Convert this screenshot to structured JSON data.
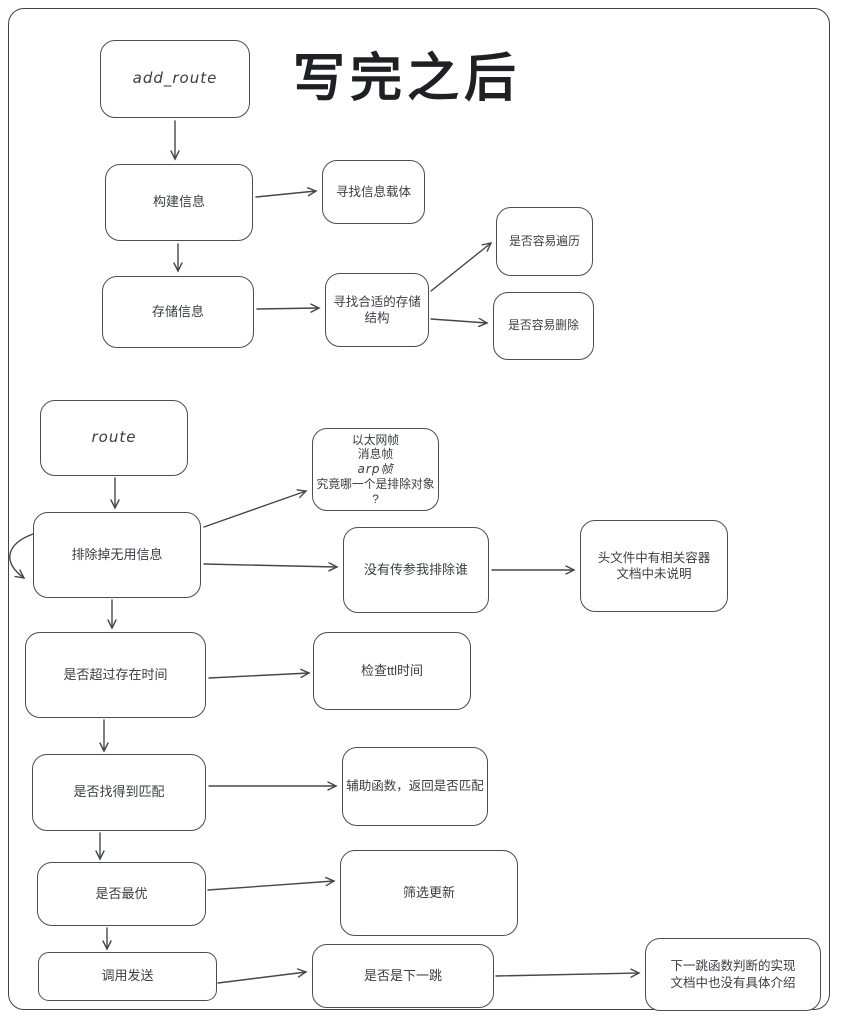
{
  "title": "写完之后",
  "colors": {
    "stroke": "#44474c",
    "text": "#3a3d42",
    "background": "#ffffff",
    "title": "#1f2023"
  },
  "nodes": {
    "add_route": {
      "label": "add_route"
    },
    "build_info": {
      "label": "构建信息"
    },
    "find_carrier": {
      "label": "寻找信息载体"
    },
    "store_info": {
      "label": "存储信息"
    },
    "find_storage": {
      "label": "寻找合适的存储结构"
    },
    "easy_traverse": {
      "label": "是否容易遍历"
    },
    "easy_delete": {
      "label": "是否容易删除"
    },
    "route": {
      "label": "route"
    },
    "exclude_useless": {
      "label": "排除掉无用信息"
    },
    "frame_question": {
      "lines": [
        "以太网帧",
        "消息帧",
        "arp帧",
        "究竟哪一个是排除对象",
        "?"
      ]
    },
    "no_param": {
      "label": "没有传参我排除谁"
    },
    "header_container": {
      "lines": [
        "头文件中有相关容器",
        "文档中未说明"
      ]
    },
    "ttl_exceed": {
      "label": "是否超过存在时间"
    },
    "check_ttl": {
      "label": "检查ttl时间"
    },
    "match_found": {
      "label": "是否找得到匹配"
    },
    "helper_func": {
      "label": "辅助函数，返回是否匹配"
    },
    "is_optimal": {
      "label": "是否最优"
    },
    "filter_update": {
      "label": "筛选更新"
    },
    "call_send": {
      "label": "调用发送"
    },
    "is_next_hop": {
      "label": "是否是下一跳"
    },
    "next_hop_impl": {
      "lines": [
        "下一跳函数判断的实现",
        "文档中也没有具体介绍"
      ]
    }
  }
}
